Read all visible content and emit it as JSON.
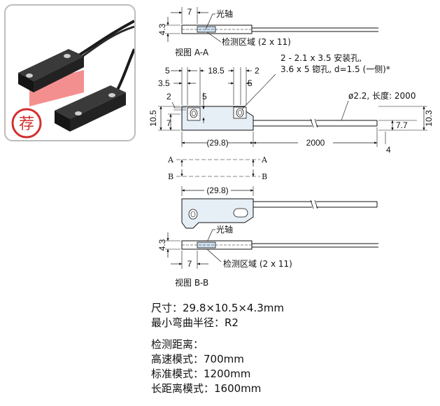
{
  "product_photo": {
    "badge_text": "荐",
    "colors": {
      "body": "#222222",
      "beam": "#f06a6a",
      "badge": "#d32f2f"
    }
  },
  "view_aa": {
    "caption": "视图 A-A",
    "dim_7": "7",
    "dim_4_3": "4.3",
    "label_optical_axis": "光轴",
    "label_detection_area": "检测区域 (2 x 11)"
  },
  "front_view": {
    "dim_5_left": "5",
    "dim_18_5": "18.5",
    "dim_2_top": "2",
    "dim_3_5": "3.5",
    "dim_5_right": "5",
    "dim_2_left": "2",
    "dim_5_mid": "5",
    "dim_10_5": "10.5",
    "dim_7": "7",
    "dim_29_8": "(29.8)",
    "dim_2000": "2000",
    "dim_10_3": "10.3",
    "dim_7_7": "7.7",
    "dim_4": "4",
    "note_holes_line1": "2 - 2.1 x 3.5 安装孔,",
    "note_holes_line2": "3.6 x 5 锪孔, d=1.5 (一侧)*",
    "note_cable": "ø2.2, 长度: 2000"
  },
  "section_marks": {
    "a_left": "A",
    "a_right": "A",
    "b_left": "B",
    "b_right": "B"
  },
  "rear_view": {
    "dim_29_8": "(29.8)"
  },
  "view_bb": {
    "caption": "视图 B-B",
    "dim_7": "7",
    "dim_4_3": "4.3",
    "label_optical_axis": "光轴",
    "label_detection_area": "检测区域 (2 x 11)"
  },
  "specs": {
    "size": "尺寸：29.8×10.5×4.3mm",
    "bend_radius": "最小弯曲半径：R2",
    "distance_title": "检测距离：",
    "high_speed": "高速模式：700mm",
    "standard": "标准模式：1200mm",
    "long_distance": "长距离模式：1600mm"
  }
}
